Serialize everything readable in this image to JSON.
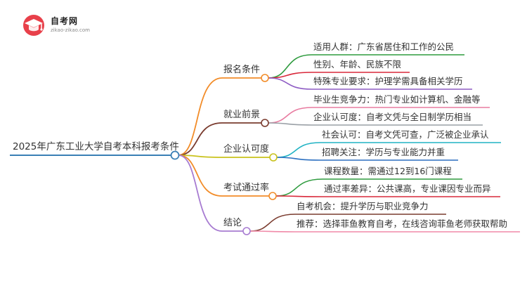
{
  "brand": {
    "name": "自考网",
    "url": "zikao-zikao.com"
  },
  "root": {
    "label": "2025年广东工业大学自考本科报考条件",
    "color": "#3a7fb5"
  },
  "branches": [
    {
      "label": "报名条件",
      "color": "#f28c28",
      "leaves": [
        {
          "text": "适用人群：广东省居住和工作的公民",
          "color": "#2e9b3e"
        },
        {
          "text": "性别、年龄、民族不限",
          "color": "#d9283a"
        },
        {
          "text": "特殊专业要求：护理学需具备相关学历",
          "color": "#8e5cc4"
        }
      ]
    },
    {
      "label": "就业前景",
      "color": "#7a3b2e",
      "leaves": [
        {
          "text": "毕业生竞争力：热门专业如计算机、金融等",
          "color": "#e87ba0"
        },
        {
          "text": "企业认可度：自考文凭与全日制学历相当",
          "color": "#9aa0a6"
        }
      ]
    },
    {
      "label": "企业认可度",
      "color": "#c9c21c",
      "leaves": [
        {
          "text": "社会认可：自考文凭可查，广泛被企业承认",
          "color": "#20b3c4"
        },
        {
          "text": "招聘关注：学历与专业能力并重",
          "color": "#2b6fc0"
        }
      ]
    },
    {
      "label": "考试通过率",
      "color": "#f28c28",
      "leaves": [
        {
          "text": "课程数量：需通过12到16门课程",
          "color": "#2e9b3e"
        },
        {
          "text": "通过率差异：公共课高，专业课因专业而异",
          "color": "#d9283a"
        }
      ]
    },
    {
      "label": "结论",
      "color": "#a77bd1",
      "leaves": [
        {
          "text": "自考机会：提升学历与职业竞争力",
          "color": "#7a3b2e"
        },
        {
          "text": "推荐：选择菲鱼教育自考，在线咨询菲鱼老师获取帮助",
          "color": "#f08aa8"
        }
      ]
    }
  ]
}
